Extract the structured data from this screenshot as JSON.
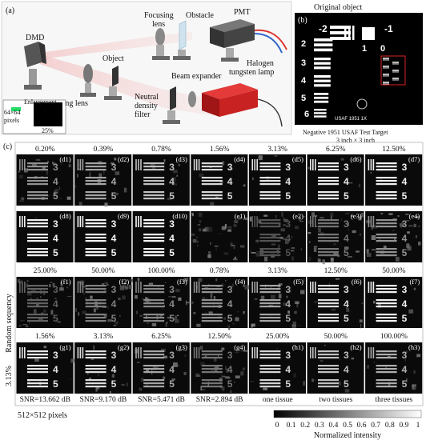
{
  "panel_a": {
    "label": "(a)",
    "components": {
      "dmd": "DMD",
      "focusing_lens": "Focusing\nlens",
      "obstacle": "Obstacle",
      "pmt": "PMT",
      "object": "Object",
      "imaging_lens": "Imaging lens",
      "beam_expander": "Beam expander",
      "halogen_lamp": "Halogen\ntungsten lamp",
      "nd_filter": "Neutral\ndensity\nfilter",
      "enlargement": "Enlargement",
      "pixels": "64×64\npixels",
      "enlarge_pct": "25%"
    }
  },
  "panel_b": {
    "label": "(b)",
    "title": "Original object",
    "caption1": "Negative 1951 USAF Test Target",
    "caption2": "3 inch × 3 inch"
  },
  "panel_c": {
    "label": "(c)",
    "side_label_random": "Random sequency",
    "side_label_pct": "3.13%",
    "row1_pcts": [
      "0.20%",
      "0.39%",
      "0.78%",
      "1.56%",
      "3.13%",
      "6.25%",
      "12.50%"
    ],
    "row1_labels": [
      "(d1)",
      "(d2)",
      "(d3)",
      "(d4)",
      "(d5)",
      "(d6)",
      "(d7)"
    ],
    "row2_labels": [
      "(d8)",
      "(d9)",
      "(d10)",
      "(e1)",
      "(e2)",
      "(e3)",
      "(e4)"
    ],
    "row2_pcts": [
      "25.00%",
      "50.00%",
      "100.00%",
      "0.78%",
      "3.13%",
      "12.50%",
      "50.00%"
    ],
    "row3_labels": [
      "(f1)",
      "(f2)",
      "(f3)",
      "(f4)",
      "(f5)",
      "(f6)",
      "(f7)"
    ],
    "row3_pcts": [
      "1.56%",
      "3.13%",
      "6.25%",
      "12.50%",
      "25.00%",
      "50.00%",
      "100.00%"
    ],
    "row4_labels": [
      "(g1)",
      "(g2)",
      "(g3)",
      "(g4)",
      "(h1)",
      "(h2)",
      "(h3)"
    ],
    "row4_caps": [
      "SNR=13.662 dB",
      "SNR=9.170 dB",
      "SNR=5.471 dB",
      "SNR=2.894 dB",
      "one tissue",
      "two tissues",
      "three tissues"
    ],
    "footer_pixels": "512×512 pixels"
  },
  "colorbar": {
    "ticks": [
      "0",
      "0.1",
      "0.2",
      "0.3",
      "0.4",
      "0.5",
      "0.6",
      "0.7",
      "0.8",
      "0.9",
      "1"
    ],
    "label": "Normalized intensity"
  },
  "usaf_numbers": [
    "3",
    "4",
    "5"
  ],
  "usaf_big": [
    "-2",
    "-1",
    "2",
    "3",
    "4",
    "5",
    "6",
    "0",
    "1"
  ],
  "usaf_label": "USAF 1951 1X"
}
